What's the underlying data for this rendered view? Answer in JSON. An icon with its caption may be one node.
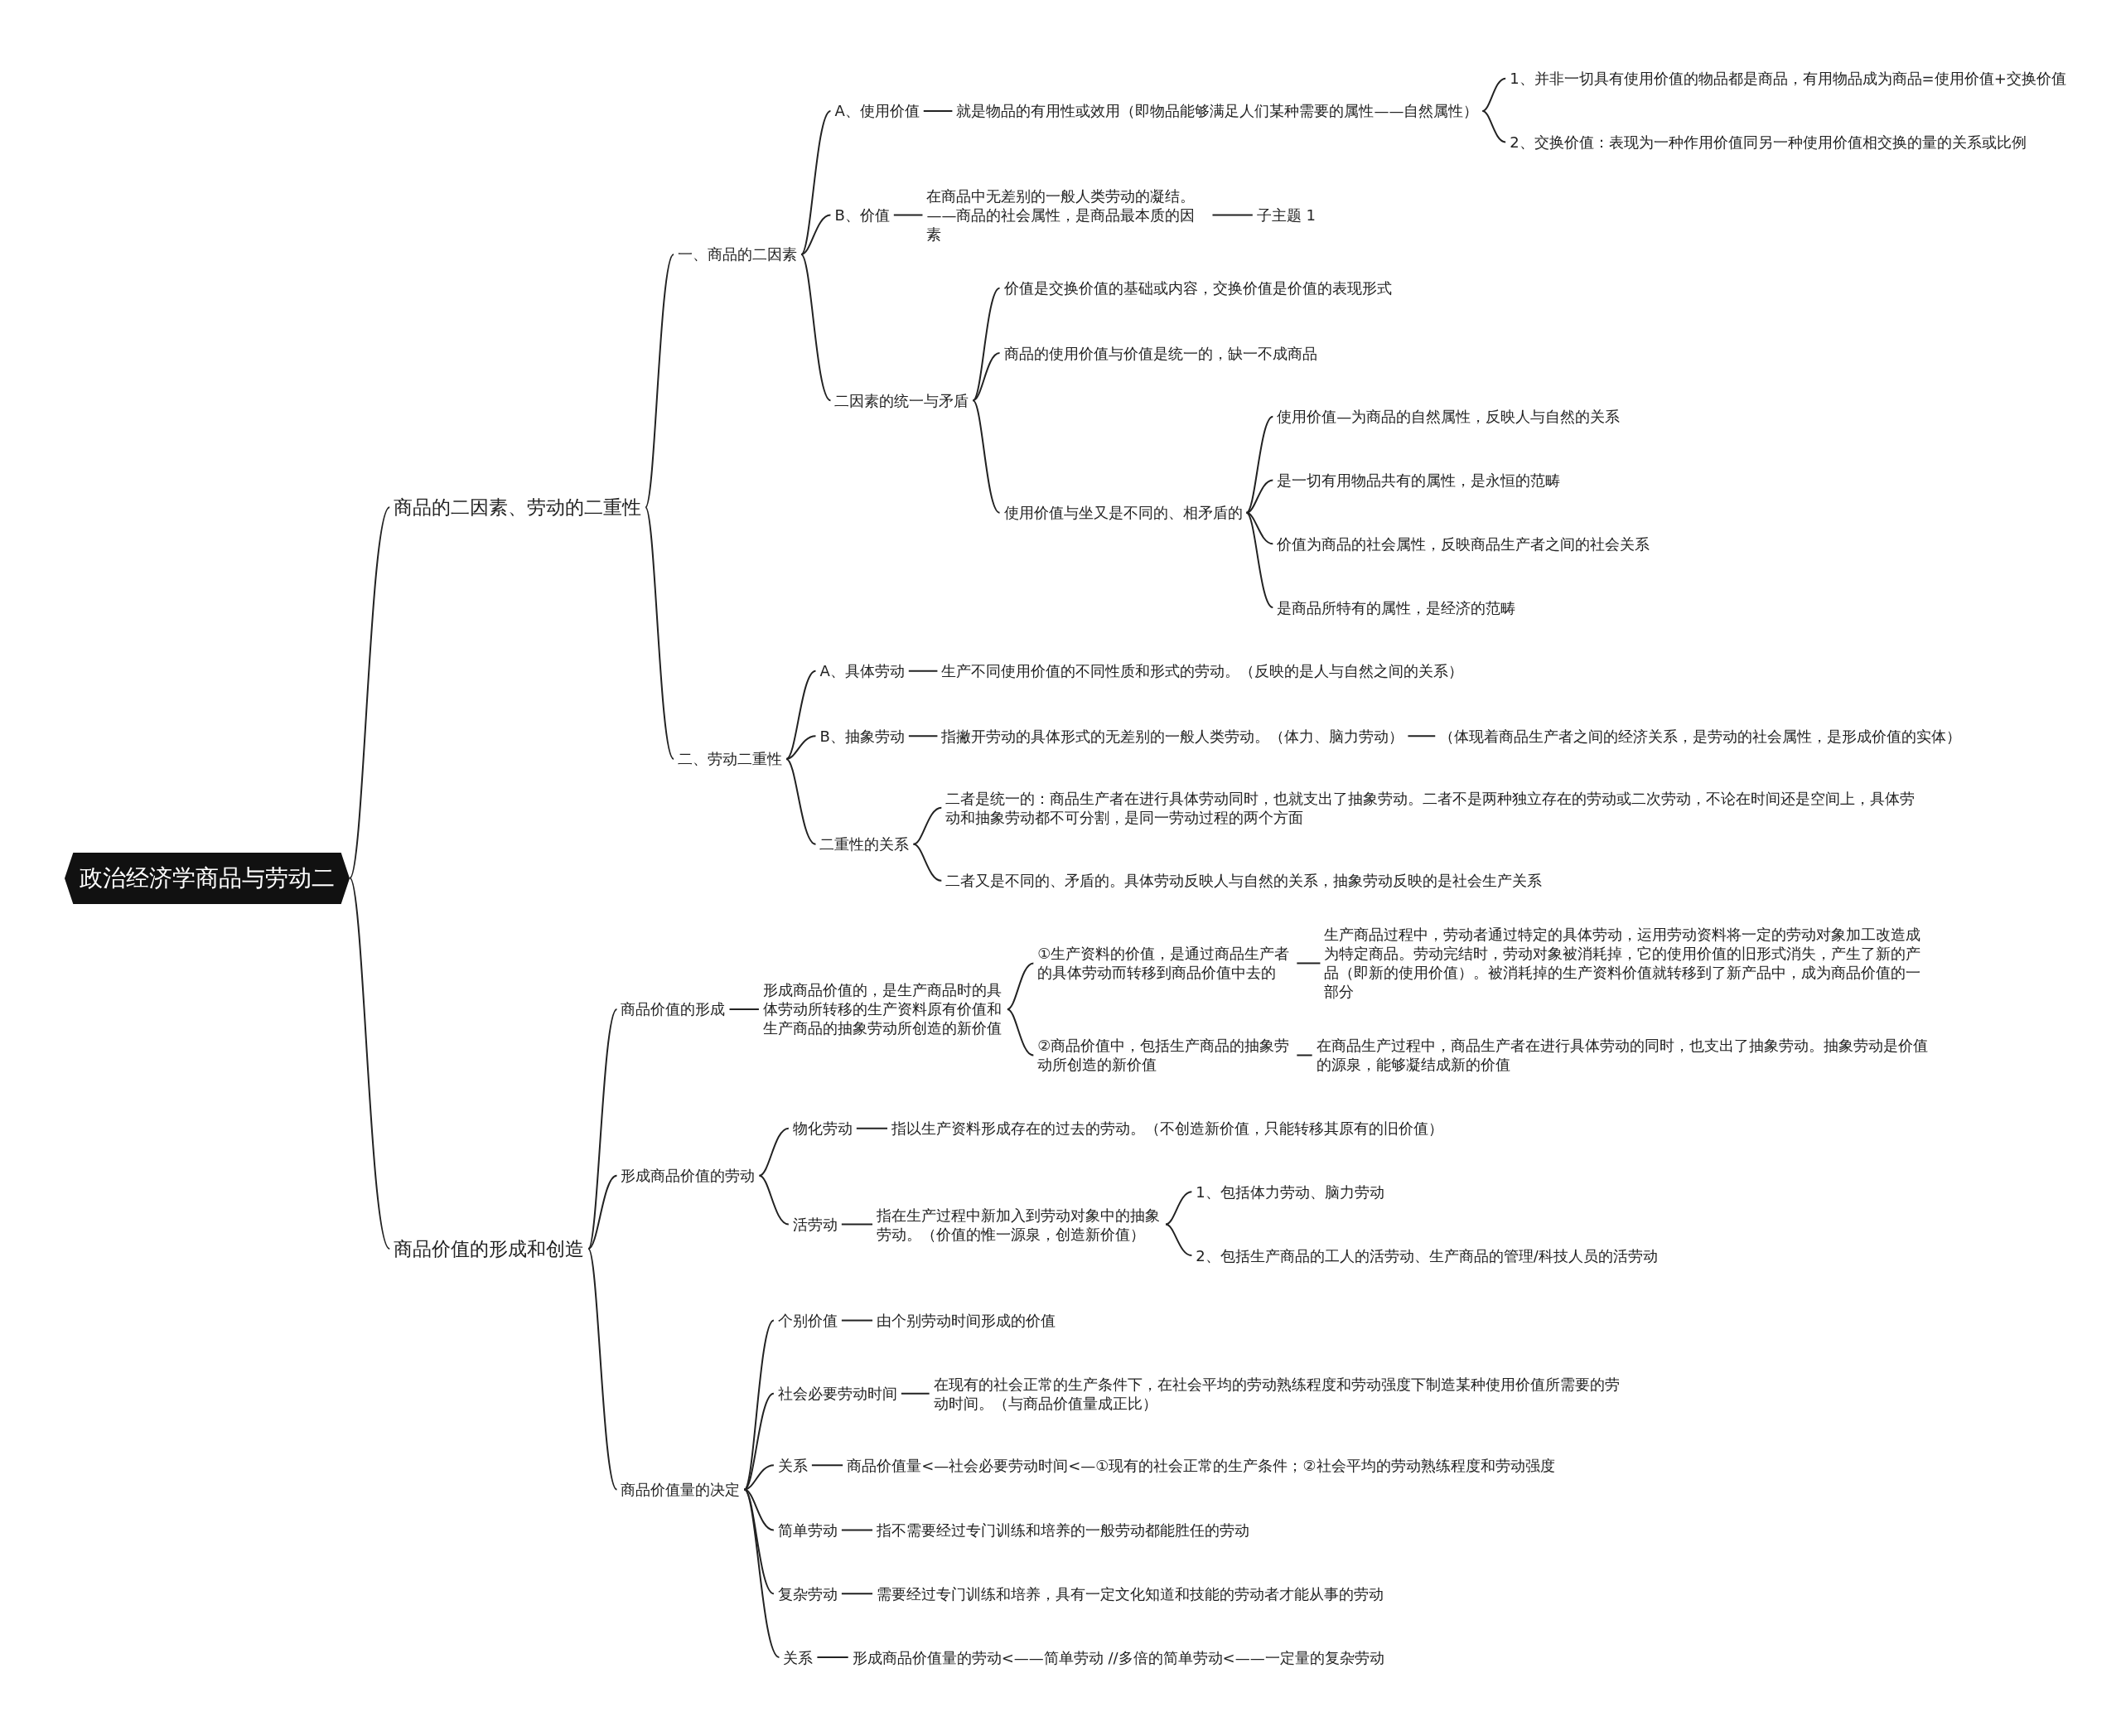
{
  "diagram": {
    "nodes": [
      {
        "text": [
          "政治经济学商品与劳动二"
        ]
      },
      {
        "text": [
          "商品的二因素、劳动的二重性"
        ]
      },
      {
        "text": [
          "一、商品的二因素"
        ]
      },
      {
        "text": [
          "A、使用价值"
        ]
      },
      {
        "text": [
          "就是物品的有用性或效用（即物品能够满足人们某种需要的属性——自然属性）"
        ]
      },
      {
        "text": [
          "1、并非一切具有使用价值的物品都是商品，有用物品成为商品=使用价值+交换价值"
        ]
      },
      {
        "text": [
          "2、交换价值：表现为一种作用价值同另一种使用价值相交换的量的关系或比例"
        ]
      },
      {
        "text": [
          "B、价值"
        ]
      },
      {
        "text": [
          "在商品中无差别的一般人类劳动的凝结。——商品的社会属性，是商品最本质的因素"
        ]
      },
      {
        "text": [
          "子主题 1"
        ]
      },
      {
        "text": [
          "二因素的统一与矛盾"
        ]
      },
      {
        "text": [
          "价值是交换价值的基础或内容，交换价值是价值的表现形式"
        ]
      },
      {
        "text": [
          "商品的使用价值与价值是统一的，缺一不成商品"
        ]
      },
      {
        "text": [
          "使用价值与坐又是不同的、相矛盾的"
        ]
      },
      {
        "text": [
          "使用价值—为商品的自然属性，反映人与自然的关系"
        ]
      },
      {
        "text": [
          "是一切有用物品共有的属性，是永恒的范畴"
        ]
      },
      {
        "text": [
          "价值为商品的社会属性，反映商品生产者之间的社会关系"
        ]
      },
      {
        "text": [
          "是商品所特有的属性，是经济的范畴"
        ]
      },
      {
        "text": [
          "二、劳动二重性"
        ]
      },
      {
        "text": [
          "A、具体劳动"
        ]
      },
      {
        "text": [
          "生产不同使用价值的不同性质和形式的劳动。（反映的是人与自然之间的关系）"
        ]
      },
      {
        "text": [
          "B、抽象劳动"
        ]
      },
      {
        "text": [
          "指撇开劳动的具体形式的无差别的一般人类劳动。（体力、脑力劳动）"
        ]
      },
      {
        "text": [
          "（体现着商品生产者之间的经济关系，是劳动的社会属性，是形成价值的实体）"
        ]
      },
      {
        "text": [
          "二重性的关系"
        ]
      },
      {
        "text": [
          "二者是统一的：商品生产者在进行具体劳动同时，也就支出了抽象劳动。二者不是两种独立存在的劳动或二次劳动，不论在时间还是空间上，具体劳动和抽象劳动都不可分割，是同一劳动过程的两个方面"
        ]
      },
      {
        "text": [
          "二者又是不同的、矛盾的。具体劳动反映人与自然的关系，抽象劳动反映的是社会生产关系"
        ]
      },
      {
        "text": [
          "商品价值的形成和创造"
        ]
      },
      {
        "text": [
          "商品价值的形成"
        ]
      },
      {
        "text": [
          "形成商品价值的，是生产商品时的具体劳动所转移的生产资料原有价值和生产商品的抽象劳动所创造的新价值"
        ]
      },
      {
        "text": [
          "①生产资料的价值，是通过商品生产者的具体劳动而转移到商品价值中去的"
        ]
      },
      {
        "text": [
          "生产商品过程中，劳动者通过特定的具体劳动，运用劳动资料将一定的劳动对象加工改造成为特定商品。劳动完结时，劳动对象被消耗掉，它的使用价值的旧形式消失，产生了新的产品（即新的使用价值）。被消耗掉的生产资料价值就转移到了新产品中，成为商品价值的一部分"
        ]
      },
      {
        "text": [
          "②商品价值中，包括生产商品的抽象劳动所创造的新价值"
        ]
      },
      {
        "text": [
          "在商品生产过程中，商品生产者在进行具体劳动的同时，也支出了抽象劳动。抽象劳动是价值的源泉，能够凝结成新的价值"
        ]
      },
      {
        "text": [
          "形成商品价值的劳动"
        ]
      },
      {
        "text": [
          "物化劳动"
        ]
      },
      {
        "text": [
          "指以生产资料形成存在的过去的劳动。（不创造新价值，只能转移其原有的旧价值）"
        ]
      },
      {
        "text": [
          "活劳动"
        ]
      },
      {
        "text": [
          "指在生产过程中新加入到劳动对象中的抽象劳动。（价值的惟一源泉，创造新价值）"
        ]
      },
      {
        "text": [
          "1、包括体力劳动、脑力劳动"
        ]
      },
      {
        "text": [
          "2、包括生产商品的工人的活劳动、生产商品的管理/科技人员的活劳动"
        ]
      },
      {
        "text": [
          "商品价值量的决定"
        ]
      },
      {
        "text": [
          "个别价值"
        ]
      },
      {
        "text": [
          "由个别劳动时间形成的价值"
        ]
      },
      {
        "text": [
          "社会必要劳动时间"
        ]
      },
      {
        "text": [
          "在现有的社会正常的生产条件下，在社会平均的劳动熟练程度和劳动强度下制造某种使用价值所需要的劳动时间。（与商品价值量成正比）"
        ]
      },
      {
        "text": [
          "关系"
        ]
      },
      {
        "text": [
          "商品价值量<—社会必要劳动时间<—①现有的社会正常的生产条件；②社会平均的劳动熟练程度和劳动强度"
        ]
      },
      {
        "text": [
          "简单劳动"
        ]
      },
      {
        "text": [
          "指不需要经过专门训练和培养的一般劳动都能胜任的劳动"
        ]
      },
      {
        "text": [
          "复杂劳动"
        ]
      },
      {
        "text": [
          "需要经过专门训练和培养，具有一定文化知道和技能的劳动者才能从事的劳动"
        ]
      },
      {
        "text": [
          "关系"
        ]
      },
      {
        "text": [
          "形成商品价值量的劳动<——简单劳动 //多倍的简单劳动<——一定量的复杂劳动"
        ]
      }
    ],
    "edges": [
      {
        "from": 0,
        "to": 1,
        "arrow": "none"
      },
      {
        "from": 1,
        "to": 2,
        "arrow": "none"
      },
      {
        "from": 2,
        "to": 3,
        "arrow": "none"
      },
      {
        "from": 3,
        "to": 4,
        "arrow": "none"
      },
      {
        "from": 4,
        "to": 5,
        "arrow": "none"
      },
      {
        "from": 4,
        "to": 6,
        "arrow": "none"
      },
      {
        "from": 2,
        "to": 7,
        "arrow": "none"
      },
      {
        "from": 7,
        "to": 8,
        "arrow": "none"
      },
      {
        "from": 8,
        "to": 9,
        "arrow": "none"
      },
      {
        "from": 2,
        "to": 10,
        "arrow": "none"
      },
      {
        "from": 10,
        "to": 11,
        "arrow": "none"
      },
      {
        "from": 10,
        "to": 12,
        "arrow": "none"
      },
      {
        "from": 10,
        "to": 13,
        "arrow": "none"
      },
      {
        "from": 13,
        "to": 14,
        "arrow": "none"
      },
      {
        "from": 13,
        "to": 15,
        "arrow": "none"
      },
      {
        "from": 13,
        "to": 16,
        "arrow": "none"
      },
      {
        "from": 13,
        "to": 17,
        "arrow": "none"
      },
      {
        "from": 1,
        "to": 18,
        "arrow": "none"
      },
      {
        "from": 18,
        "to": 19,
        "arrow": "none"
      },
      {
        "from": 19,
        "to": 20,
        "arrow": "none"
      },
      {
        "from": 18,
        "to": 21,
        "arrow": "none"
      },
      {
        "from": 21,
        "to": 22,
        "arrow": "none"
      },
      {
        "from": 22,
        "to": 23,
        "arrow": "none"
      },
      {
        "from": 18,
        "to": 24,
        "arrow": "none"
      },
      {
        "from": 24,
        "to": 25,
        "arrow": "none"
      },
      {
        "from": 24,
        "to": 26,
        "arrow": "none"
      },
      {
        "from": 0,
        "to": 27,
        "arrow": "none"
      },
      {
        "from": 27,
        "to": 28,
        "arrow": "none"
      },
      {
        "from": 28,
        "to": 29,
        "arrow": "none"
      },
      {
        "from": 29,
        "to": 30,
        "arrow": "none"
      },
      {
        "from": 30,
        "to": 31,
        "arrow": "none"
      },
      {
        "from": 29,
        "to": 32,
        "arrow": "none"
      },
      {
        "from": 32,
        "to": 33,
        "arrow": "none"
      },
      {
        "from": 27,
        "to": 34,
        "arrow": "none"
      },
      {
        "from": 34,
        "to": 35,
        "arrow": "none"
      },
      {
        "from": 35,
        "to": 36,
        "arrow": "none"
      },
      {
        "from": 34,
        "to": 37,
        "arrow": "none"
      },
      {
        "from": 37,
        "to": 38,
        "arrow": "none"
      },
      {
        "from": 38,
        "to": 39,
        "arrow": "none"
      },
      {
        "from": 38,
        "to": 40,
        "arrow": "none"
      },
      {
        "from": 27,
        "to": 41,
        "arrow": "none"
      },
      {
        "from": 41,
        "to": 42,
        "arrow": "none"
      },
      {
        "from": 42,
        "to": 43,
        "arrow": "none"
      },
      {
        "from": 41,
        "to": 44,
        "arrow": "none"
      },
      {
        "from": 44,
        "to": 45,
        "arrow": "none"
      },
      {
        "from": 41,
        "to": 46,
        "arrow": "none"
      },
      {
        "from": 46,
        "to": 47,
        "arrow": "none"
      },
      {
        "from": 41,
        "to": 48,
        "arrow": "none"
      },
      {
        "from": 48,
        "to": 49,
        "arrow": "none"
      },
      {
        "from": 41,
        "to": 50,
        "arrow": "none"
      },
      {
        "from": 50,
        "to": 51,
        "arrow": "none"
      },
      {
        "from": 41,
        "to": 52,
        "arrow": "none"
      },
      {
        "from": 52,
        "to": 53,
        "arrow": "none"
      }
    ]
  }
}
